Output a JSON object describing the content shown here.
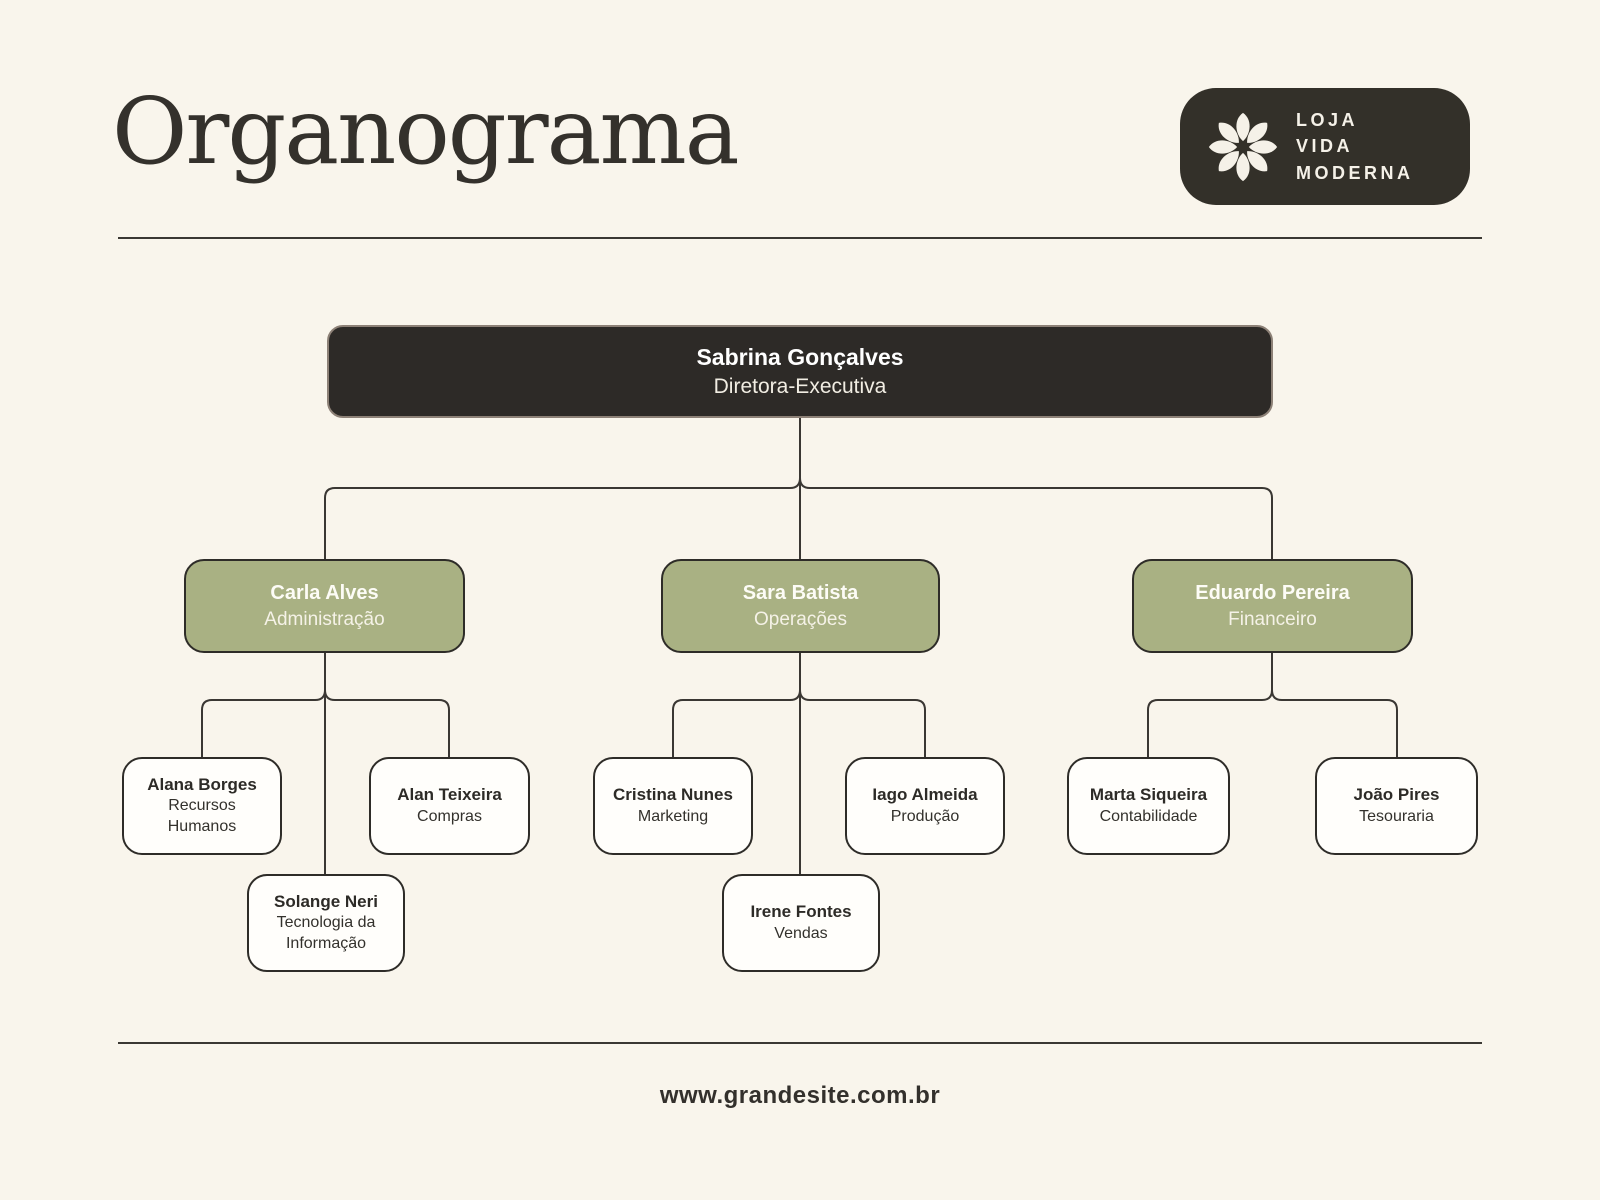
{
  "page": {
    "title": "Organograma",
    "footer_url": "www.grandesite.com.br"
  },
  "logo": {
    "icon": "flower-icon",
    "lines": [
      "LOJA",
      "VIDA",
      "MODERNA"
    ]
  },
  "colors": {
    "background": "#f9f5ec",
    "dark_box": "#2d2a27",
    "dark_box_border": "#8d8177",
    "green_box": "#a9b183",
    "leaf_box": "#fffefb",
    "box_border": "#2e2c28",
    "connector_line": "#3a3733",
    "text_light": "#fdfcf6",
    "text_dark": "#2d2b27"
  },
  "org": {
    "root": {
      "name": "Sabrina Gonçalves",
      "role": "Diretora-Executiva"
    },
    "managers": [
      {
        "name": "Carla Alves",
        "role": "Administração",
        "reports": [
          {
            "name": "Alana Borges",
            "role": "Recursos Humanos"
          },
          {
            "name": "Alan Teixeira",
            "role": "Compras"
          },
          {
            "name": "Solange Neri",
            "role": "Tecnologia da Informação"
          }
        ]
      },
      {
        "name": "Sara Batista",
        "role": "Operações",
        "reports": [
          {
            "name": "Cristina Nunes",
            "role": "Marketing"
          },
          {
            "name": "Iago Almeida",
            "role": "Produção"
          },
          {
            "name": "Irene Fontes",
            "role": "Vendas"
          }
        ]
      },
      {
        "name": "Eduardo Pereira",
        "role": "Financeiro",
        "reports": [
          {
            "name": "Marta Siqueira",
            "role": "Contabilidade"
          },
          {
            "name": "João Pires",
            "role": "Tesouraria"
          }
        ]
      }
    ]
  }
}
